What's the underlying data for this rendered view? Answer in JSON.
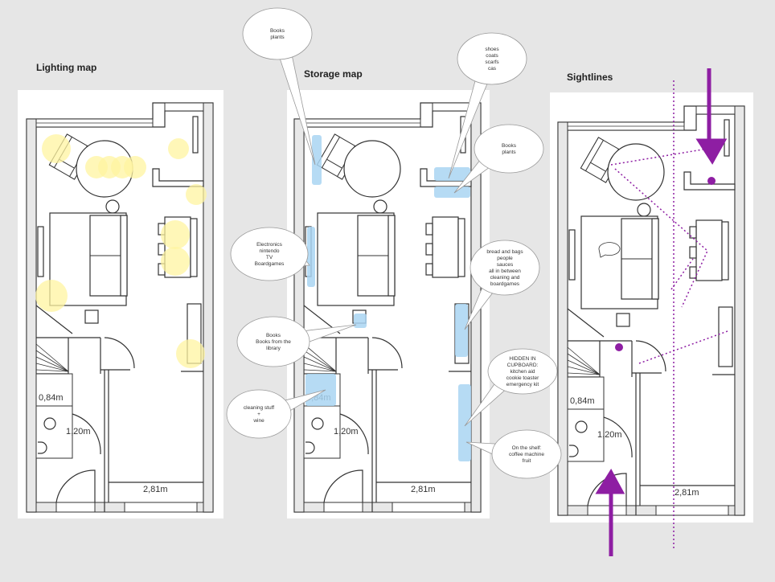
{
  "panels": [
    {
      "title": "Lighting map"
    },
    {
      "title": "Storage map"
    },
    {
      "title": "Sightlines"
    }
  ],
  "dimensions": {
    "stair_width": "0,84m",
    "door_width": "1,20m",
    "hall_width": "2,81m"
  },
  "storage_notes": [
    {
      "lines": [
        "Books",
        "plants"
      ]
    },
    {
      "lines": [
        "shoes",
        "coats",
        "scarfs",
        "cas"
      ]
    },
    {
      "lines": [
        "Books",
        "plants"
      ]
    },
    {
      "lines": [
        "Electronics",
        "nintendo",
        "TV",
        "Boardgames"
      ]
    },
    {
      "lines": [
        "bread and bags",
        "people",
        "sauces",
        "all in between",
        "cleaning and",
        "boardgames"
      ]
    },
    {
      "lines": [
        "Books",
        "Books from the",
        "library"
      ]
    },
    {
      "lines": [
        "cleaning stuff",
        "+",
        "wine"
      ]
    },
    {
      "lines": [
        "HIDDEN IN",
        "CUPBOARD:",
        "kitchen aid",
        "cookie toaster",
        "emergency kit"
      ]
    },
    {
      "lines": [
        "On the shelf:",
        "coffee machine",
        "fruit"
      ]
    }
  ],
  "colors": {
    "light": "#fff4a0",
    "storage": "#a9d5f2",
    "sightline": "#8e1ea3",
    "wall": "#333333"
  }
}
